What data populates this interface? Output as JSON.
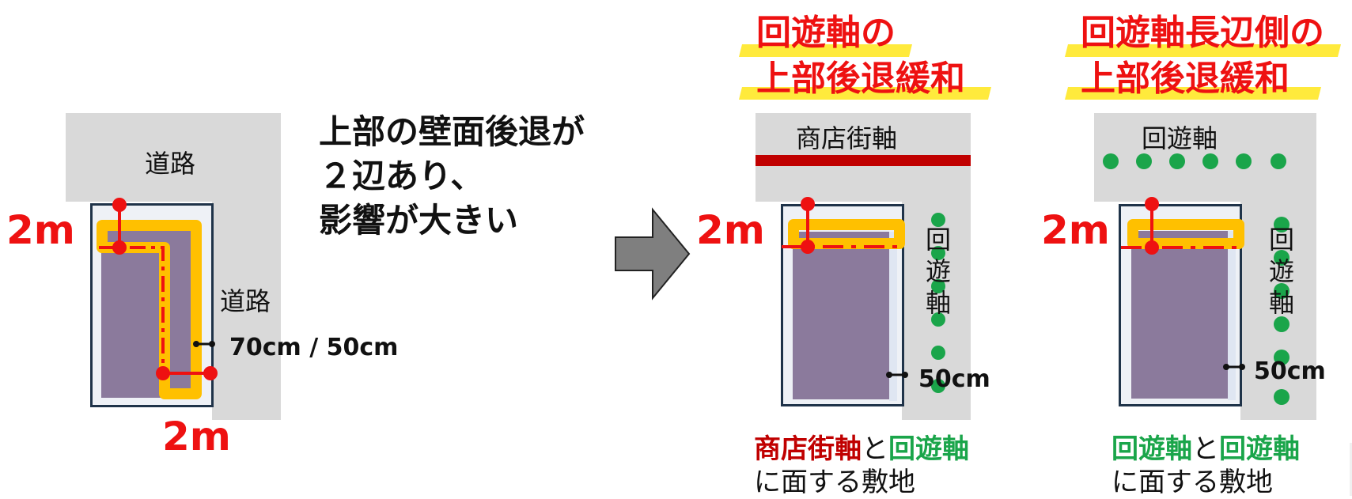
{
  "colors": {
    "road": "#d9d9d9",
    "site_border": "#1f3349",
    "building": "#8b7a9c",
    "setback_highlight": "#ffc000",
    "red": "#ee1111",
    "shopping_axis": "#c00000",
    "green": "#1aa54a",
    "heading_underline": "#ffea3c"
  },
  "left_panel": {
    "road_top_label": "道路",
    "road_right_label": "道路",
    "dim_left": "2m",
    "dim_bottom": "2m",
    "dim_side": "70cm / 50cm"
  },
  "message": {
    "line1": "上部の壁面後退が",
    "line2": "２辺あり、",
    "line3": "影響が大きい"
  },
  "arrow": {
    "icon": "right-arrow-icon"
  },
  "middle_panel": {
    "heading_line1": "回遊軸の",
    "heading_line2": "上部後退緩和",
    "road_top_label": "商店街軸",
    "road_right_label": "回遊軸",
    "dim_left": "2m",
    "dim_side": "50cm",
    "caption_part1": "商店街軸",
    "caption_part2": "と",
    "caption_part3": "回遊軸",
    "caption_line2": "に面する敷地"
  },
  "right_panel": {
    "heading_line1": "回遊軸長辺側の",
    "heading_line2": "上部後退緩和",
    "road_top_label": "回遊軸",
    "road_right_label": "回遊軸",
    "dim_left": "2m",
    "dim_side": "50cm",
    "caption_part1": "回遊軸",
    "caption_part2": "と",
    "caption_part3": "回遊軸",
    "caption_line2": "に面する敷地"
  }
}
